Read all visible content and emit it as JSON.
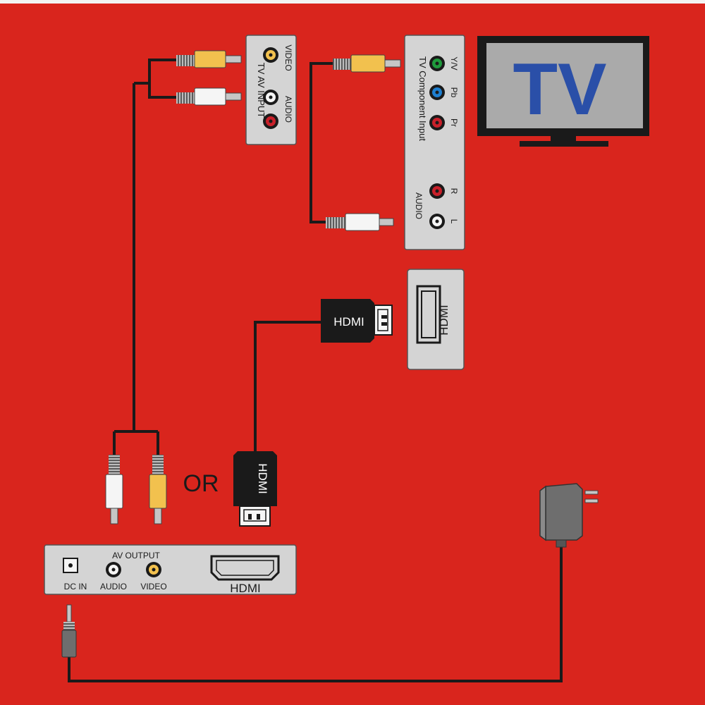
{
  "tv": {
    "screen_text": "TV",
    "av_input": {
      "title": "TV AV INPUT",
      "video_label": "VIDEO",
      "audio_label": "AUDIO"
    },
    "component_input": {
      "title": "TV Component Input",
      "audio_title": "AUDIO",
      "ports": [
        "Y/V",
        "Pb",
        "Pr",
        "R",
        "L"
      ]
    },
    "hdmi_port_label": "HDMI"
  },
  "cables": {
    "hdmi_plug_label": "HDMI"
  },
  "or_text": "OR",
  "device": {
    "av_output_title": "AV OUTPUT",
    "dc_in_label": "DC IN",
    "audio_label": "AUDIO",
    "video_label": "VIDEO",
    "hdmi_label": "HDMI"
  },
  "colors": {
    "background": "#d9251d",
    "panel": "#d4d4d4",
    "cable": "#1a1a1a",
    "rca_yellow": "#f2c14e",
    "rca_white": "#f5f5f5",
    "port_green": "#1f9a3c",
    "port_blue": "#1e7fd0",
    "port_red": "#c8202a",
    "tv_text": "#2a4fa8"
  }
}
